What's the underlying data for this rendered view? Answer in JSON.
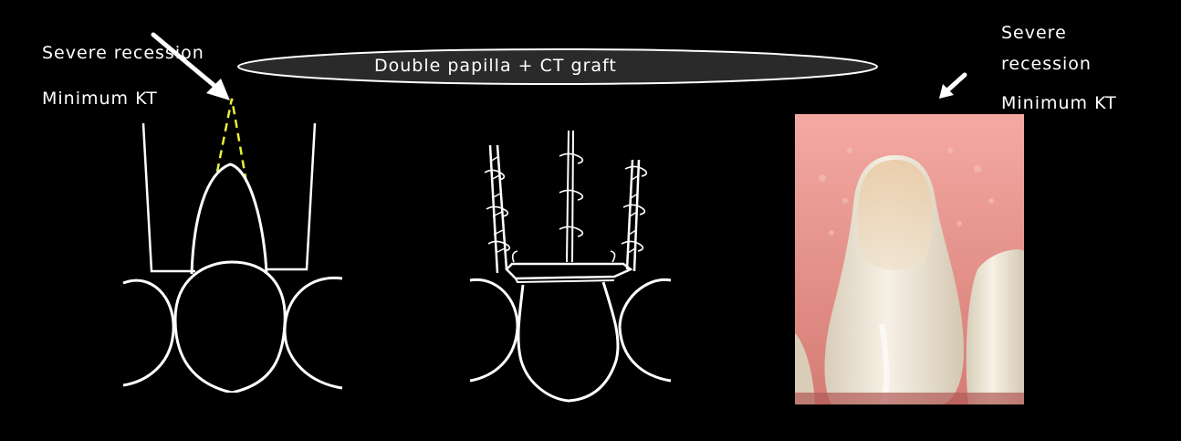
{
  "slide": {
    "left_label_1": "Severe recession",
    "left_label_2": "Minimum KT",
    "title": "Double papilla + CT graft",
    "right_label_1": "Severe",
    "right_label_2": "recession",
    "right_label_3": "Minimum KT"
  },
  "colors": {
    "background": "#000000",
    "text": "#ffffff",
    "pill_fill": "#2a2a2a",
    "dashed_outline": "#e8ef3b",
    "gingiva": "#e28d8a",
    "tooth": "#efe3cf"
  },
  "icons": {
    "left_pointer": "arrow-down-right-icon",
    "right_pointer": "arrow-down-left-icon"
  }
}
